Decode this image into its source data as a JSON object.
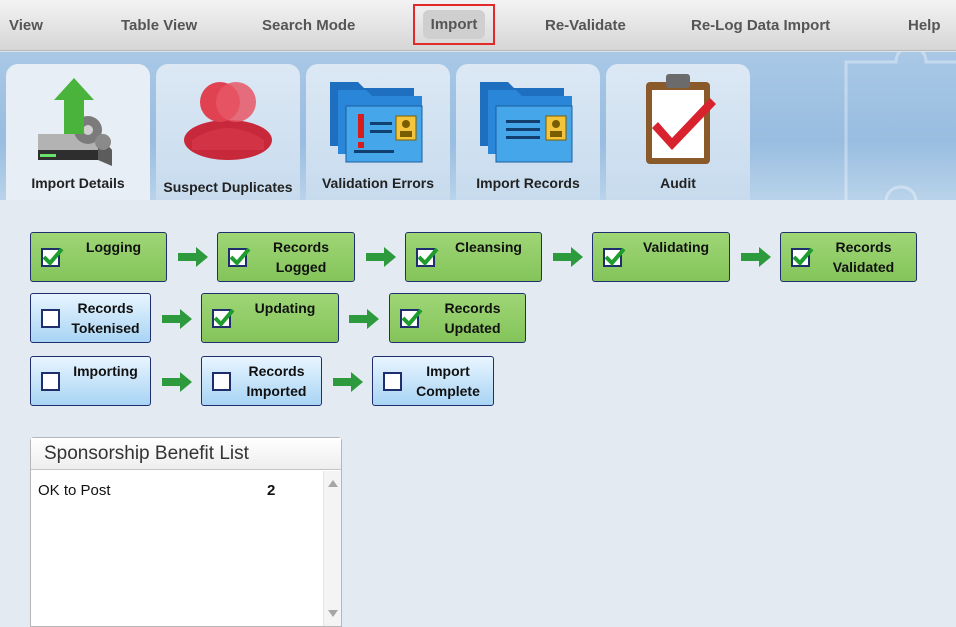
{
  "menu": {
    "items": [
      {
        "label": "View"
      },
      {
        "label": "Table View"
      },
      {
        "label": "Search Mode"
      },
      {
        "label": "Import"
      },
      {
        "label": "Re-Validate"
      },
      {
        "label": "Re-Log Data Import"
      },
      {
        "label": "Help"
      }
    ]
  },
  "tabs": [
    {
      "label": "Import Details",
      "icon": "server-upload-icon",
      "active": true
    },
    {
      "label": "Suspect Duplicates",
      "icon": "duplicate-people-icon",
      "active": false
    },
    {
      "label": "Validation Errors",
      "icon": "error-folders-icon",
      "active": false
    },
    {
      "label": "Import Records",
      "icon": "record-folders-icon",
      "active": false
    },
    {
      "label": "Audit",
      "icon": "clipboard-check-icon",
      "active": false
    }
  ],
  "steps": [
    {
      "label": "Logging",
      "checked": true
    },
    {
      "label": "Records Logged",
      "checked": true
    },
    {
      "label": "Cleansing",
      "checked": true
    },
    {
      "label": "Validating",
      "checked": true
    },
    {
      "label": "Records Validated",
      "checked": true
    },
    {
      "label": "Records Tokenised",
      "checked": false
    },
    {
      "label": "Updating",
      "checked": true
    },
    {
      "label": "Records Updated",
      "checked": true
    },
    {
      "label": "Importing",
      "checked": false
    },
    {
      "label": "Records Imported",
      "checked": false
    },
    {
      "label": "Import Complete",
      "checked": false
    }
  ],
  "benefit_list": {
    "title": "Sponsorship Benefit List",
    "rows": [
      {
        "name": "OK to Post",
        "value": "2"
      }
    ]
  },
  "colors": {
    "step_done": "#8ccb63",
    "step_todo": "#a8d4f4",
    "active_menu_outline": "#e22a2a",
    "arrow": "#2e9a3e"
  }
}
